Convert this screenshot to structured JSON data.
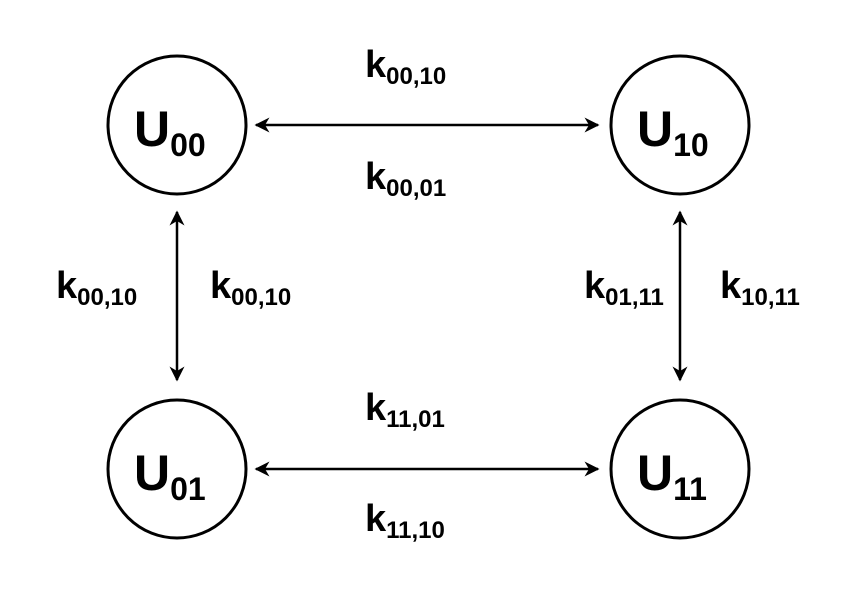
{
  "nodes": {
    "u00": {
      "main": "U",
      "sub": "00"
    },
    "u10": {
      "main": "U",
      "sub": "10"
    },
    "u01": {
      "main": "U",
      "sub": "01"
    },
    "u11": {
      "main": "U",
      "sub": "11"
    }
  },
  "rates": {
    "top_upper": {
      "main": "k",
      "sub": "00,10"
    },
    "top_lower": {
      "main": "k",
      "sub": "00,01"
    },
    "left_outer": {
      "main": "k",
      "sub": "00,10"
    },
    "left_inner": {
      "main": "k",
      "sub": "00,10"
    },
    "right_inner": {
      "main": "k",
      "sub": "01,11"
    },
    "right_outer": {
      "main": "k",
      "sub": "10,11"
    },
    "bottom_upper": {
      "main": "k",
      "sub": "11,01"
    },
    "bottom_lower": {
      "main": "k",
      "sub": "11,10"
    }
  },
  "colors": {
    "stroke": "#000000",
    "background": "#ffffff"
  }
}
